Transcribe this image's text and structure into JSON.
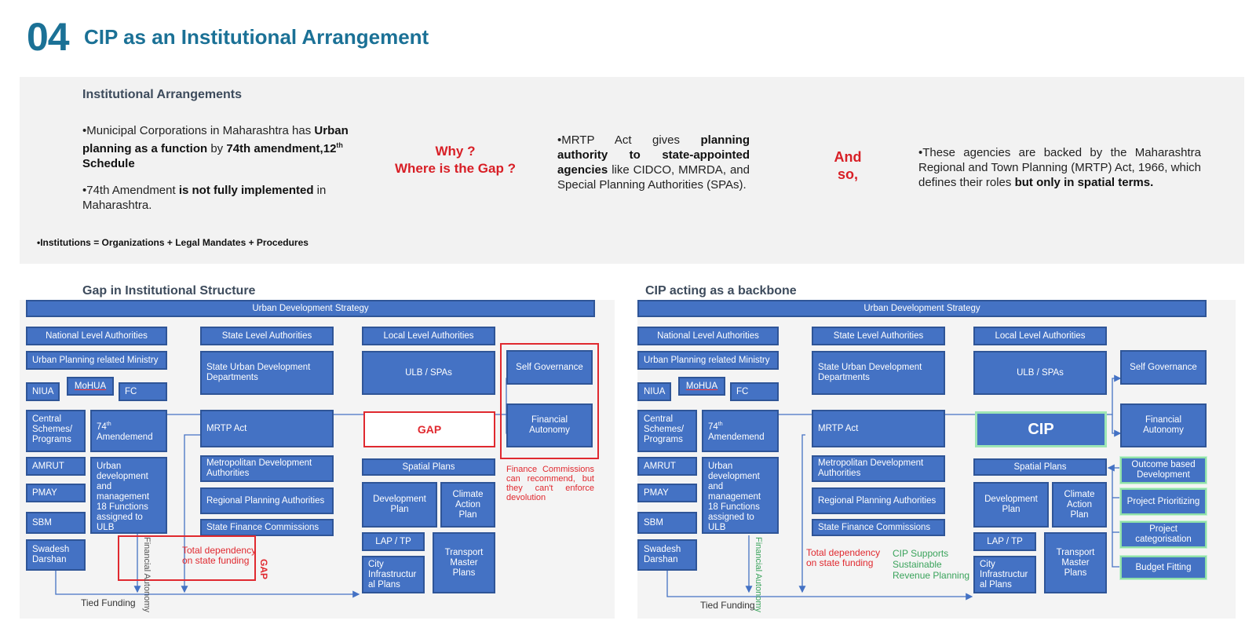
{
  "header": {
    "slide_number": "04",
    "title": "CIP as an Institutional Arrangement"
  },
  "info_panel": {
    "heading": "Institutional Arrangements",
    "col1": {
      "p1": [
        "•Municipal Corporations in Maharashtra has ",
        "Urban planning as a function",
        " by ",
        "74th amendment,12",
        "th",
        " Schedule"
      ],
      "p2": [
        "•74th Amendment ",
        "is not fully implemented",
        " in Maharashtra."
      ]
    },
    "question": [
      "Why ?",
      "Where is the Gap ?"
    ],
    "col2": [
      "•MRTP Act gives ",
      "planning authority to state-appointed agencies",
      " like CIDCO, MMRDA, and Special Planning Authorities (SPAs)."
    ],
    "and_so": [
      "And",
      "so,"
    ],
    "col3": [
      "•These agencies are backed by the Maharashtra Regional and Town Planning (MRTP) Act, 1966, which defines their roles ",
      "but only in spatial terms."
    ],
    "formula": "•Institutions = Organizations + Legal Mandates + Procedures"
  },
  "left_diagram": {
    "heading": "Gap in Institutional Structure",
    "top_bar": "Urban Development Strategy",
    "national": "National Level Authorities",
    "state": "State Level Authorities",
    "local": "Local Level Authorities",
    "ministry": "Urban Planning related Ministry",
    "niua": "NIUA",
    "mohua": "MoHUA",
    "fc": "FC",
    "central": "Central Schemes/ Programs",
    "amend_a": "74",
    "amend_sup": "th",
    "amend_b": "Amendemend",
    "amrut": "AMRUT",
    "pmay": "PMAY",
    "sbm": "SBM",
    "swadesh": "Swadesh Darshan",
    "urban_dev": "Urban development and management 18 Functions assigned to ULB",
    "state_udd": "State Urban Development Departments",
    "mrtp": "MRTP Act",
    "metro": "Metropolitan Development Authorities",
    "regional": "Regional Planning Authorities",
    "sfc": "State Finance Commissions",
    "ulb": "ULB / SPAs",
    "self_gov": "Self Governance",
    "fin_auto": "Financial Autonomy",
    "gap": "GAP",
    "spatial": "Spatial Plans",
    "dev_plan": "Development Plan",
    "climate": "Climate Action Plan",
    "lap": "LAP / TP",
    "city_infra": "City Infrastructur al Plans",
    "transport": "Transport Master Plans",
    "finance_note": "Finance Commissions can recommend, but they can't enforce devolution",
    "fin_vertical": "Financial Autonomy",
    "total_dep": "Total dependency on state funding",
    "gap_vertical": "GAP",
    "tied": "Tied Funding"
  },
  "right_diagram": {
    "heading": "CIP acting as a backbone",
    "top_bar": "Urban Development Strategy",
    "national": "National Level Authorities",
    "state": "State Level Authorities",
    "local": "Local Level Authorities",
    "ministry": "Urban Planning related Ministry",
    "niua": "NIUA",
    "mohua": "MoHUA",
    "fc": "FC",
    "central": "Central Schemes/ Programs",
    "amend_a": "74",
    "amend_sup": "th",
    "amend_b": "Amendemend",
    "amrut": "AMRUT",
    "pmay": "PMAY",
    "sbm": "SBM",
    "swadesh": "Swadesh Darshan",
    "urban_dev": "Urban development and management 18 Functions assigned to ULB",
    "state_udd": "State Urban Development Departments",
    "mrtp": "MRTP Act",
    "metro": "Metropolitan Development Authorities",
    "regional": "Regional Planning Authorities",
    "sfc": "State Finance Commissions",
    "ulb": "ULB / SPAs",
    "self_gov": "Self Governance",
    "fin_auto": "Financial Autonomy",
    "cip": "CIP",
    "spatial": "Spatial Plans",
    "dev_plan": "Development Plan",
    "climate": "Climate Action Plan",
    "lap": "LAP / TP",
    "city_infra": "City Infrastructur al Plans",
    "transport": "Transport Master Plans",
    "outcome": "Outcome based Development",
    "prioritizing": "Project Prioritizing",
    "categorisation": "Project categorisation",
    "budget": "Budget Fitting",
    "fin_vertical": "Financial Autonomy",
    "total_dep": "Total dependency on state funding",
    "cip_supports": "CIP Supports Sustainable Revenue Planning",
    "tied": "Tied Funding"
  },
  "colors": {
    "title": "#1b7196",
    "box": "#4472c4",
    "red": "#e0292f",
    "green": "#3aa35b"
  }
}
